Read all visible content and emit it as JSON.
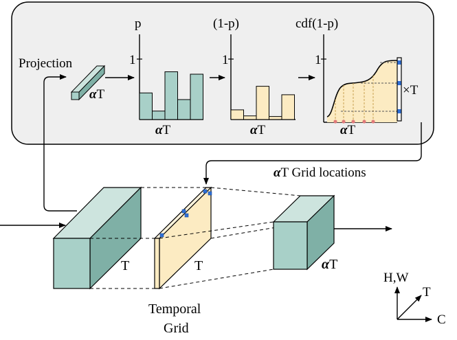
{
  "panel": {
    "projection_label": "Projection",
    "cuboid_label_alpha": "α",
    "cuboid_label_T": "T",
    "hist1": {
      "ylabel": "p",
      "tick": "1",
      "xlabel_alpha": "α",
      "xlabel_T": "T",
      "values": [
        0.44,
        0.14,
        0.79,
        0.33,
        0.75
      ]
    },
    "hist2": {
      "ylabel": "(1-p)",
      "tick": "1",
      "xlabel_alpha": "α",
      "xlabel_T": "T",
      "values": [
        0.16,
        0.06,
        0.55,
        0.05,
        0.41
      ]
    },
    "hist3": {
      "ylabel": "cdf(1-p)",
      "tick": "1",
      "xlabel_alpha": "α",
      "xlabel_T": "T"
    },
    "times_T": "×T"
  },
  "grid_locations": {
    "alpha": "α",
    "text": "T Grid locations"
  },
  "blocks": {
    "input_T": "T",
    "grid_T": "T",
    "output_alpha": "α",
    "output_T": "T",
    "grid_caption_line1": "Temporal",
    "grid_caption_line2": "Grid"
  },
  "axes": {
    "hw": "H,W",
    "t": "T",
    "c": "C"
  },
  "colors": {
    "teal_fill": "#a8d0c8",
    "teal_dark": "#7fb0a6",
    "cream_fill": "#fcebc2",
    "cream_light": "#fdf3dc",
    "panel_fill": "#efefef",
    "marker_blue": "#2e6fd6",
    "marker_red": "#e07a7a"
  }
}
